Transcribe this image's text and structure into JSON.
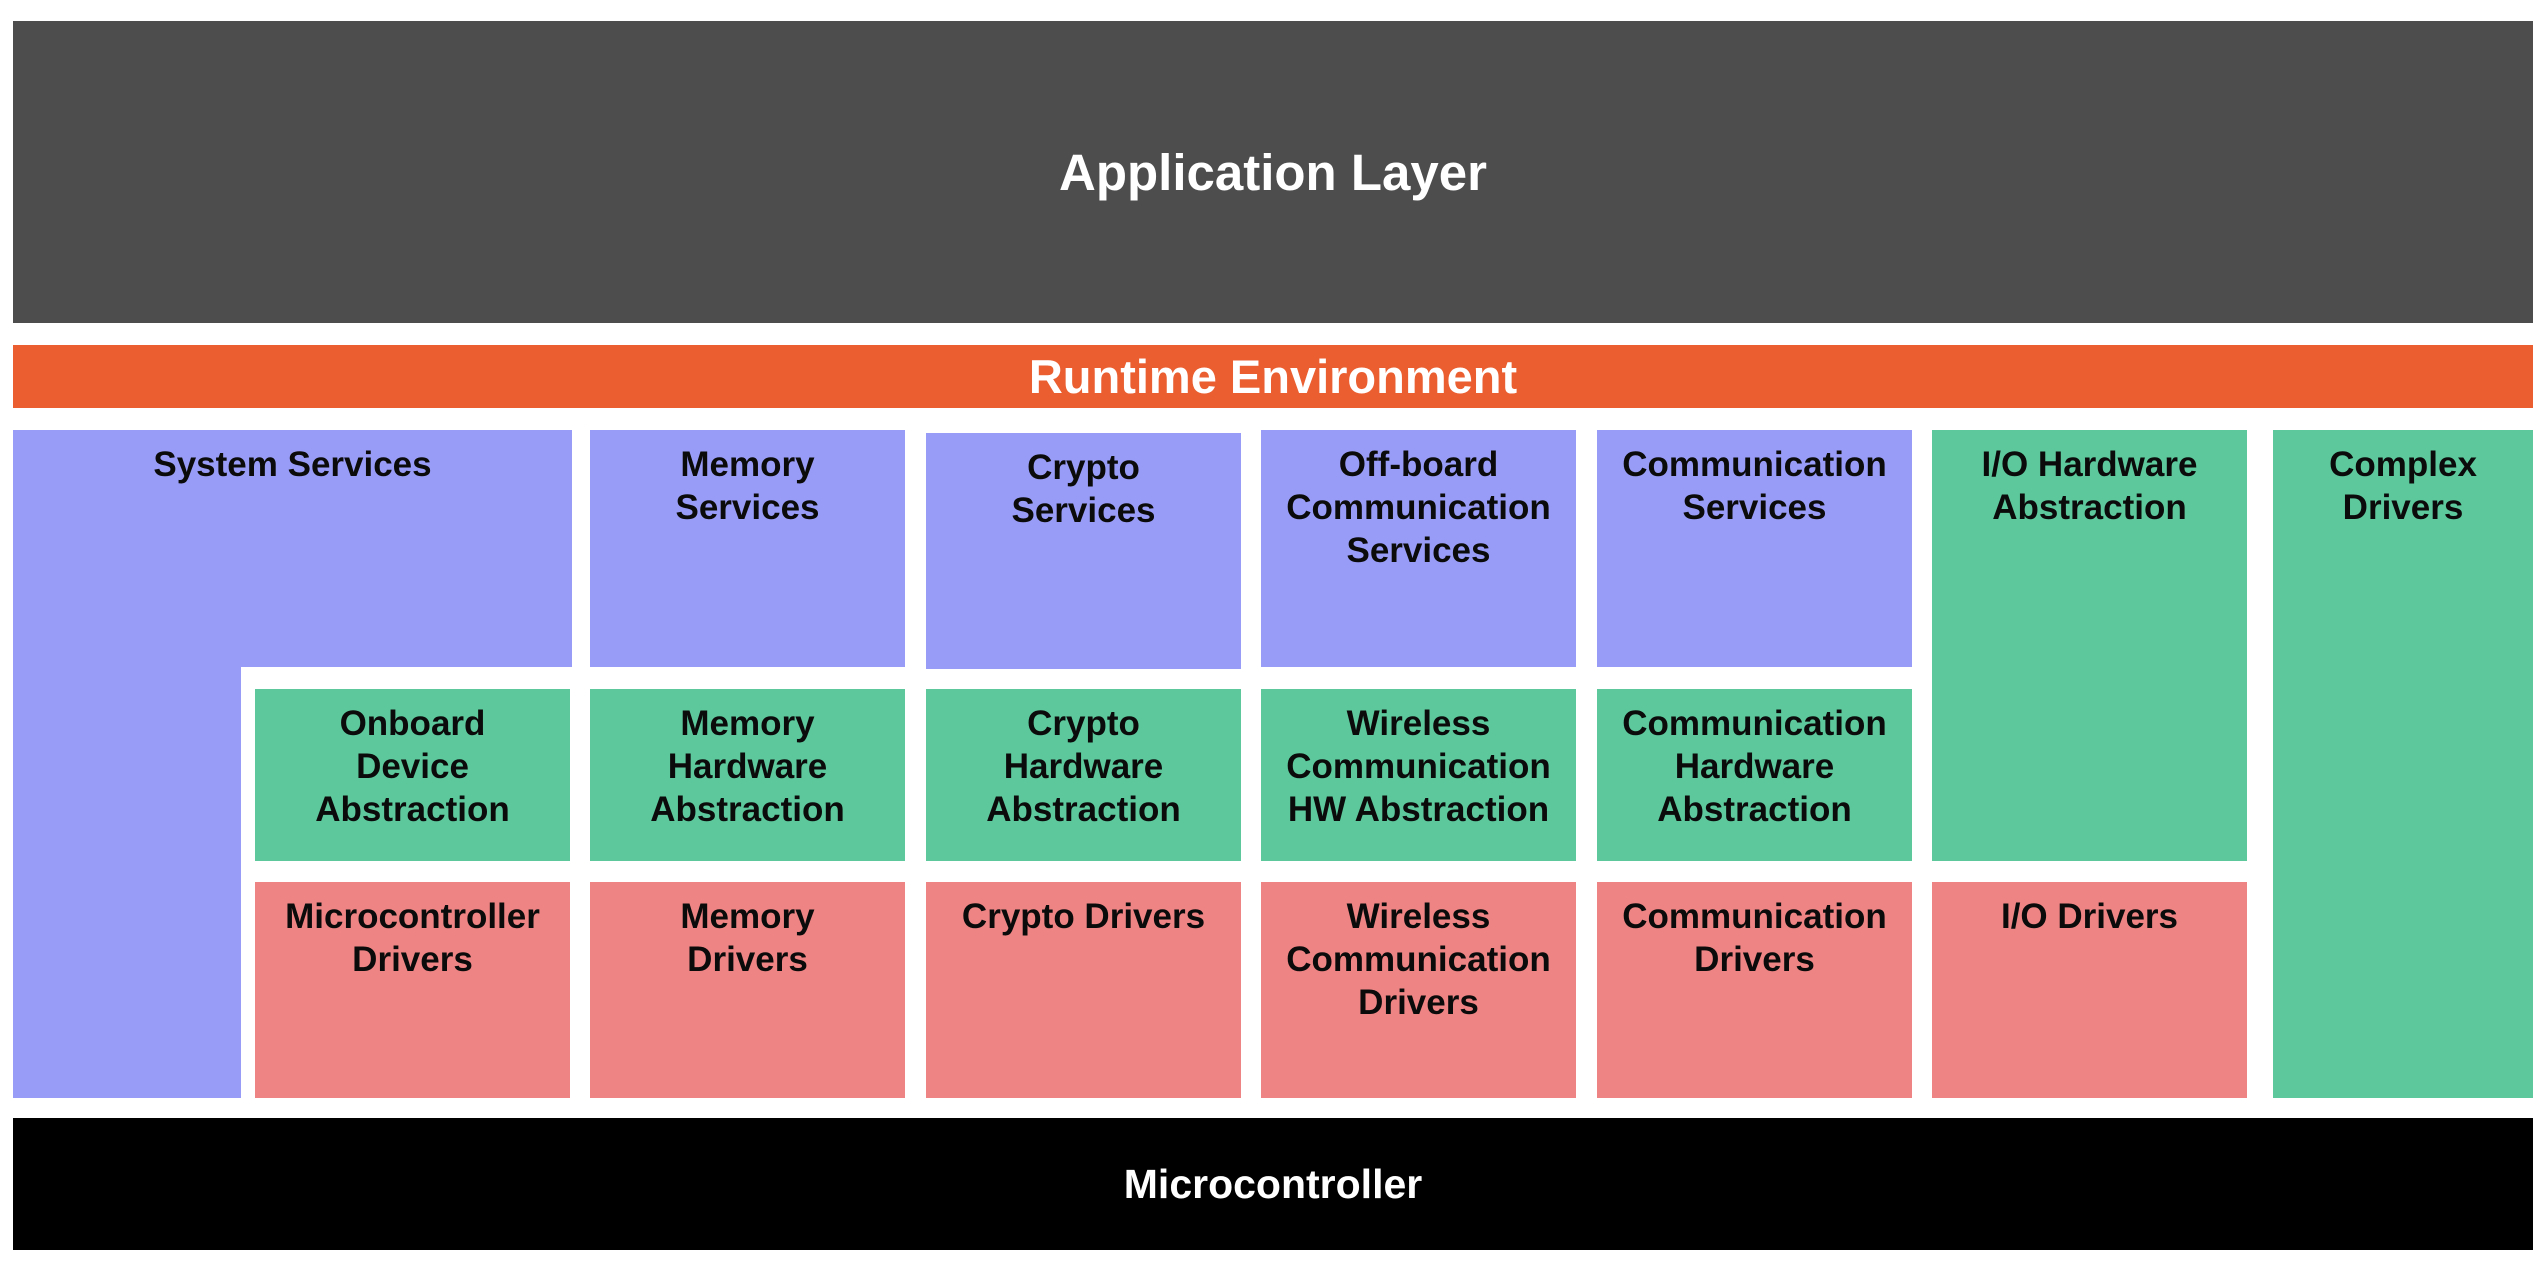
{
  "colors": {
    "application_layer": "#4d4d4d",
    "runtime_environment": "#ea5e2f",
    "microcontroller": "#000000",
    "services": "#999cf6",
    "hardware_abstraction": "#5cc89c",
    "drivers": "#ee8484",
    "text_dark": "#0b0b0b",
    "text_light": "#ffffff"
  },
  "layers": {
    "application": "Application Layer",
    "runtime": "Runtime Environment",
    "microcontroller": "Microcontroller"
  },
  "services": {
    "system": "System Services",
    "memory": "Memory\nServices",
    "crypto": "Crypto\nServices",
    "offboard": "Off-board\nCommunication\nServices",
    "communication": "Communication\nServices"
  },
  "abstraction": {
    "onboard": "Onboard\nDevice\nAbstraction",
    "memory": "Memory\nHardware\nAbstraction",
    "crypto": "Crypto\nHardware\nAbstraction",
    "wireless": "Wireless\nCommunication\nHW Abstraction",
    "communication": "Communication\nHardware\nAbstraction",
    "io": "I/O Hardware\nAbstraction"
  },
  "drivers": {
    "microcontroller": "Microcontroller\nDrivers",
    "memory": "Memory\nDrivers",
    "crypto": "Crypto Drivers",
    "wireless": "Wireless\nCommunication\nDrivers",
    "communication": "Communication\nDrivers",
    "io": "I/O Drivers"
  },
  "complex_drivers": "Complex\nDrivers"
}
